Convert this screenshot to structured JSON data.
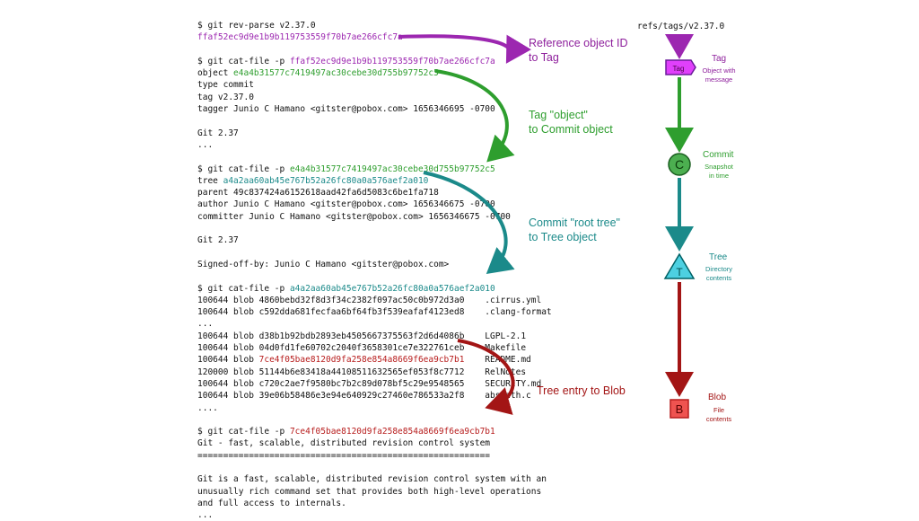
{
  "terminal": [
    {
      "parts": [
        {
          "t": "$ git rev-parse v2.37.0"
        }
      ]
    },
    {
      "parts": [
        {
          "t": "ffaf52ec9d9e1b9b119753559f70b7ae266cfc7a",
          "c": "purple"
        }
      ]
    },
    {
      "parts": [
        {
          "t": ""
        }
      ]
    },
    {
      "parts": [
        {
          "t": "$ git cat-file -p "
        },
        {
          "t": "ffaf52ec9d9e1b9b119753559f70b7ae266cfc7a",
          "c": "purple"
        }
      ]
    },
    {
      "parts": [
        {
          "t": "object "
        },
        {
          "t": "e4a4b31577c7419497ac30cebe30d755b97752c5",
          "c": "green"
        }
      ]
    },
    {
      "parts": [
        {
          "t": "type commit"
        }
      ]
    },
    {
      "parts": [
        {
          "t": "tag v2.37.0"
        }
      ]
    },
    {
      "parts": [
        {
          "t": "tagger Junio C Hamano <gitster@pobox.com> 1656346695 -0700"
        }
      ]
    },
    {
      "parts": [
        {
          "t": ""
        }
      ]
    },
    {
      "parts": [
        {
          "t": "Git 2.37"
        }
      ]
    },
    {
      "parts": [
        {
          "t": "..."
        }
      ]
    },
    {
      "parts": [
        {
          "t": ""
        }
      ]
    },
    {
      "parts": [
        {
          "t": "$ git cat-file -p "
        },
        {
          "t": "e4a4b31577c7419497ac30cebe30d755b97752c5",
          "c": "green"
        }
      ]
    },
    {
      "parts": [
        {
          "t": "tree "
        },
        {
          "t": "a4a2aa60ab45e767b52a26fc80a0a576aef2a010",
          "c": "teal"
        }
      ]
    },
    {
      "parts": [
        {
          "t": "parent 49c837424a6152618aad42fa6d5083c6be1fa718"
        }
      ]
    },
    {
      "parts": [
        {
          "t": "author Junio C Hamano <gitster@pobox.com> 1656346675 -0700"
        }
      ]
    },
    {
      "parts": [
        {
          "t": "committer Junio C Hamano <gitster@pobox.com> 1656346675 -0700"
        }
      ]
    },
    {
      "parts": [
        {
          "t": ""
        }
      ]
    },
    {
      "parts": [
        {
          "t": "Git 2.37"
        }
      ]
    },
    {
      "parts": [
        {
          "t": ""
        }
      ]
    },
    {
      "parts": [
        {
          "t": "Signed-off-by: Junio C Hamano <gitster@pobox.com>"
        }
      ]
    },
    {
      "parts": [
        {
          "t": ""
        }
      ]
    },
    {
      "parts": [
        {
          "t": "$ git cat-file -p "
        },
        {
          "t": "a4a2aa60ab45e767b52a26fc80a0a576aef2a010",
          "c": "teal"
        }
      ]
    },
    {
      "parts": [
        {
          "t": "100644 blob 4860bebd32f8d3f34c2382f097ac50c0b972d3a0    .cirrus.yml"
        }
      ]
    },
    {
      "parts": [
        {
          "t": "100644 blob c592dda681fecfaa6bf64fb3f539eafaf4123ed8    .clang-format"
        }
      ]
    },
    {
      "parts": [
        {
          "t": "..."
        }
      ]
    },
    {
      "parts": [
        {
          "t": "100644 blob d38b1b92bdb2893eb4505667375563f2d6d4086b    LGPL-2.1"
        }
      ]
    },
    {
      "parts": [
        {
          "t": "100644 blob 04d0fd1fe60702c2040f3658301ce7e322761ceb    Makefile"
        }
      ]
    },
    {
      "parts": [
        {
          "t": "100644 blob "
        },
        {
          "t": "7ce4f05bae8120d9fa258e854a8669f6ea9cb7b1",
          "c": "red"
        },
        {
          "t": "    README.md"
        }
      ]
    },
    {
      "parts": [
        {
          "t": "120000 blob 51144b6e83418a44108511632565ef053f8c7712    RelNotes"
        }
      ]
    },
    {
      "parts": [
        {
          "t": "100644 blob c720c2ae7f9580bc7b2c89d078bf5c29e9548565    SECURITY.md"
        }
      ]
    },
    {
      "parts": [
        {
          "t": "100644 blob 39e06b58486e3e94e640929c27460e786533a2f8    abspath.c"
        }
      ]
    },
    {
      "parts": [
        {
          "t": "...."
        }
      ]
    },
    {
      "parts": [
        {
          "t": ""
        }
      ]
    },
    {
      "parts": [
        {
          "t": "$ git cat-file -p "
        },
        {
          "t": "7ce4f05bae8120d9fa258e854a8669f6ea9cb7b1",
          "c": "red"
        }
      ]
    },
    {
      "parts": [
        {
          "t": "Git - fast, scalable, distributed revision control system"
        }
      ]
    },
    {
      "parts": [
        {
          "t": "========================================================="
        }
      ]
    },
    {
      "parts": [
        {
          "t": ""
        }
      ]
    },
    {
      "parts": [
        {
          "t": "Git is a fast, scalable, distributed revision control system with an"
        }
      ]
    },
    {
      "parts": [
        {
          "t": "unusually rich command set that provides both high-level operations"
        }
      ]
    },
    {
      "parts": [
        {
          "t": "and full access to internals."
        }
      ]
    },
    {
      "parts": [
        {
          "t": "..."
        }
      ]
    }
  ],
  "annotations": {
    "ref_to_tag": [
      "Reference object ID",
      "to Tag"
    ],
    "tag_to_commit": [
      "Tag \"object\"",
      "to Commit object"
    ],
    "commit_to_tree": [
      "Commit \"root tree\"",
      "to Tree object"
    ],
    "tree_to_blob": [
      "Tree entry to Blob"
    ]
  },
  "object_chain": {
    "ref_name": "refs/tags/v2.37.0",
    "tag": {
      "glyph": "Tag",
      "title": "Tag",
      "desc": [
        "Object with",
        "message"
      ]
    },
    "commit": {
      "glyph": "C",
      "title": "Commit",
      "desc": [
        "Snapshot",
        "in time"
      ]
    },
    "tree": {
      "glyph": "T",
      "title": "Tree",
      "desc": [
        "Directory",
        "contents"
      ]
    },
    "blob": {
      "glyph": "B",
      "title": "Blob",
      "desc": [
        "File",
        "contents"
      ]
    }
  },
  "colors": {
    "purple": "#9c27b0",
    "green": "#2e9e2e",
    "teal": "#1b8a8a",
    "red": "#a31515",
    "tag_fill": "#e040fb",
    "commit_fill": "#4caf50",
    "tree_fill": "#4dd0e1",
    "blob_fill": "#ef5350"
  }
}
